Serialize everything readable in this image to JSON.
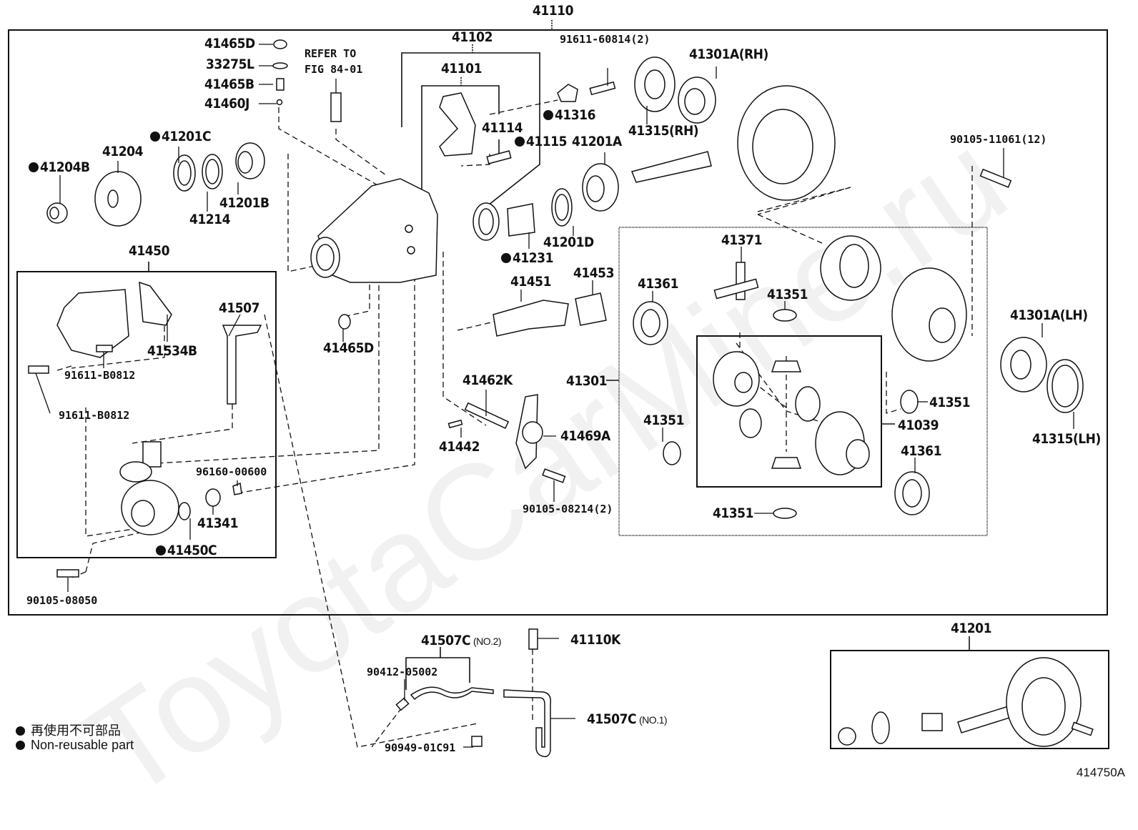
{
  "figure": {
    "id": "414750A",
    "watermark": "ToyotaCarMine.ru",
    "main_assembly": "41110",
    "sub_assembly_41201": "41201"
  },
  "legend": {
    "jp": "再使用不可部品",
    "en": "Non-reusable part"
  },
  "labels": {
    "a41110": "41110",
    "a41102": "41102",
    "a41101": "41101",
    "a41114": "41114",
    "a41115": "41115",
    "a41316": "41316",
    "a41201A": "41201A",
    "a91611_60814": "91611-60814(2)",
    "a41301A_RH": "41301A(RH)",
    "a41315_RH": "41315(RH)",
    "a90105_11061": "90105-11061(12)",
    "a41465D_top": "41465D",
    "a33275L": "33275L",
    "a41465B": "41465B",
    "a41460J": "41460J",
    "refer1": "REFER TO",
    "refer2": "FIG 84-01",
    "a41201C": "41201C",
    "a41204": "41204",
    "a41204B": "41204B",
    "a41214": "41214",
    "a41201B": "41201B",
    "a41231": "41231",
    "a41201D": "41201D",
    "a41450": "41450",
    "a41507": "41507",
    "a41534B": "41534B",
    "a91611_B0812_a": "91611-B0812",
    "a91611_B0812_b": "91611-B0812",
    "a96160_00600": "96160-00600",
    "a41341": "41341",
    "a41450C": "41450C",
    "a90105_08050": "90105-08050",
    "a41465D_mid": "41465D",
    "a41451": "41451",
    "a41453": "41453",
    "a41462K": "41462K",
    "a41442": "41442",
    "a41469A": "41469A",
    "a90105_08214": "90105-08214(2)",
    "a41301": "41301",
    "a41371": "41371",
    "a41361_top": "41361",
    "a41351_top": "41351",
    "a41351_left": "41351",
    "a41351_right": "41351",
    "a41351_bottom": "41351",
    "a41039": "41039",
    "a41361_bottom": "41361",
    "a41301A_LH": "41301A(LH)",
    "a41315_LH": "41315(LH)",
    "a41507C_no2": "41507C",
    "no2": "(NO.2)",
    "a90412_05002": "90412-05002",
    "a41110K": "41110K",
    "a41507C_no1": "41507C",
    "no1": "(NO.1)",
    "a90949_01C91": "90949-01C91",
    "a41201_kit": "41201"
  },
  "non_reusable_parts": [
    "41204B",
    "41201C",
    "41316",
    "41115",
    "41231",
    "41450C"
  ]
}
